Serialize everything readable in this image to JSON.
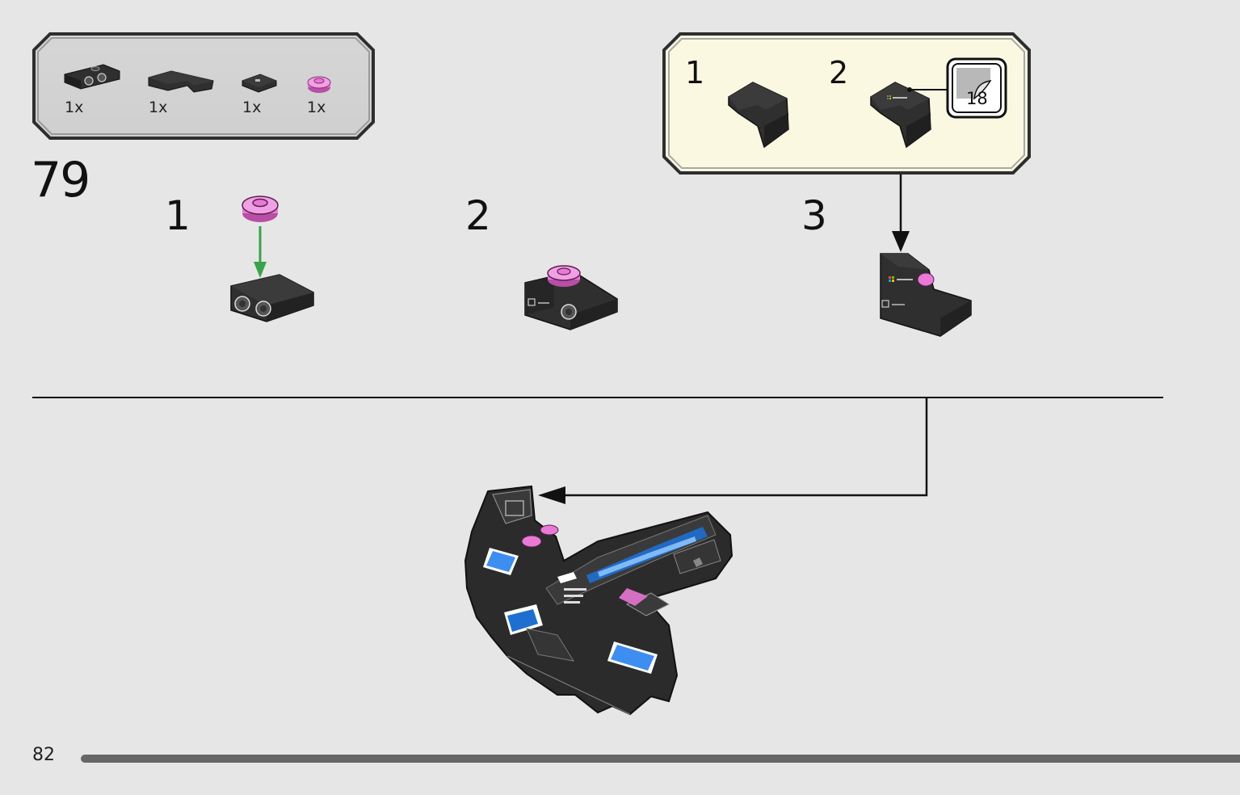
{
  "step": {
    "number": "79"
  },
  "parts_list": [
    {
      "name": "bracket-plate",
      "qty": "1x"
    },
    {
      "name": "corner-tile",
      "qty": "1x"
    },
    {
      "name": "printed-tile",
      "qty": "1x"
    },
    {
      "name": "round-plate",
      "qty": "1x",
      "color": "#e87ad6"
    }
  ],
  "substeps": [
    {
      "number": "1"
    },
    {
      "number": "2"
    },
    {
      "number": "3"
    }
  ],
  "callout": {
    "steps": [
      {
        "number": "1"
      },
      {
        "number": "2"
      }
    ],
    "sticker": {
      "number": "18"
    }
  },
  "page": {
    "number": "82"
  },
  "colors": {
    "background": "#e6e6e6",
    "brick": "#2b2b2b",
    "pink": "#e87ad6",
    "arrow_green": "#3aa34a",
    "callout_bg": "#fbf8e2"
  }
}
